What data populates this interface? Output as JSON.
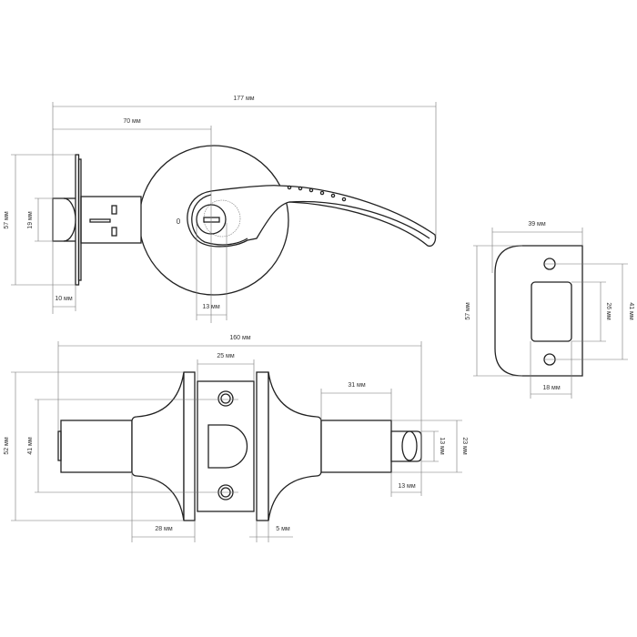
{
  "top_view": {
    "overall_length": "177 мм",
    "to_axis": "70 мм",
    "plate_height": "57 мм",
    "latch_diameter": "19 мм",
    "latch_length": "10 мм",
    "cylinder_width": "13 мм",
    "rotation_mark": "0"
  },
  "strike_plate": {
    "width": "39 мм",
    "height": "57 мм",
    "hole_spacing": "41 мм",
    "opening_height": "26 мм",
    "opening_width": "18 мм"
  },
  "side_view": {
    "overall_length": "160 мм",
    "latch_plate_width": "25 мм",
    "knob_length": "31 мм",
    "rose_diameter": "52 мм",
    "inner_diameter": "41 мм",
    "knob_diameter": "23 мм",
    "tab_height": "13 мм",
    "tab_length": "13 мм",
    "rose_depth": "28 мм",
    "plate_thickness": "5 мм"
  },
  "colors": {
    "line": "#222222",
    "dimension": "#777777"
  }
}
